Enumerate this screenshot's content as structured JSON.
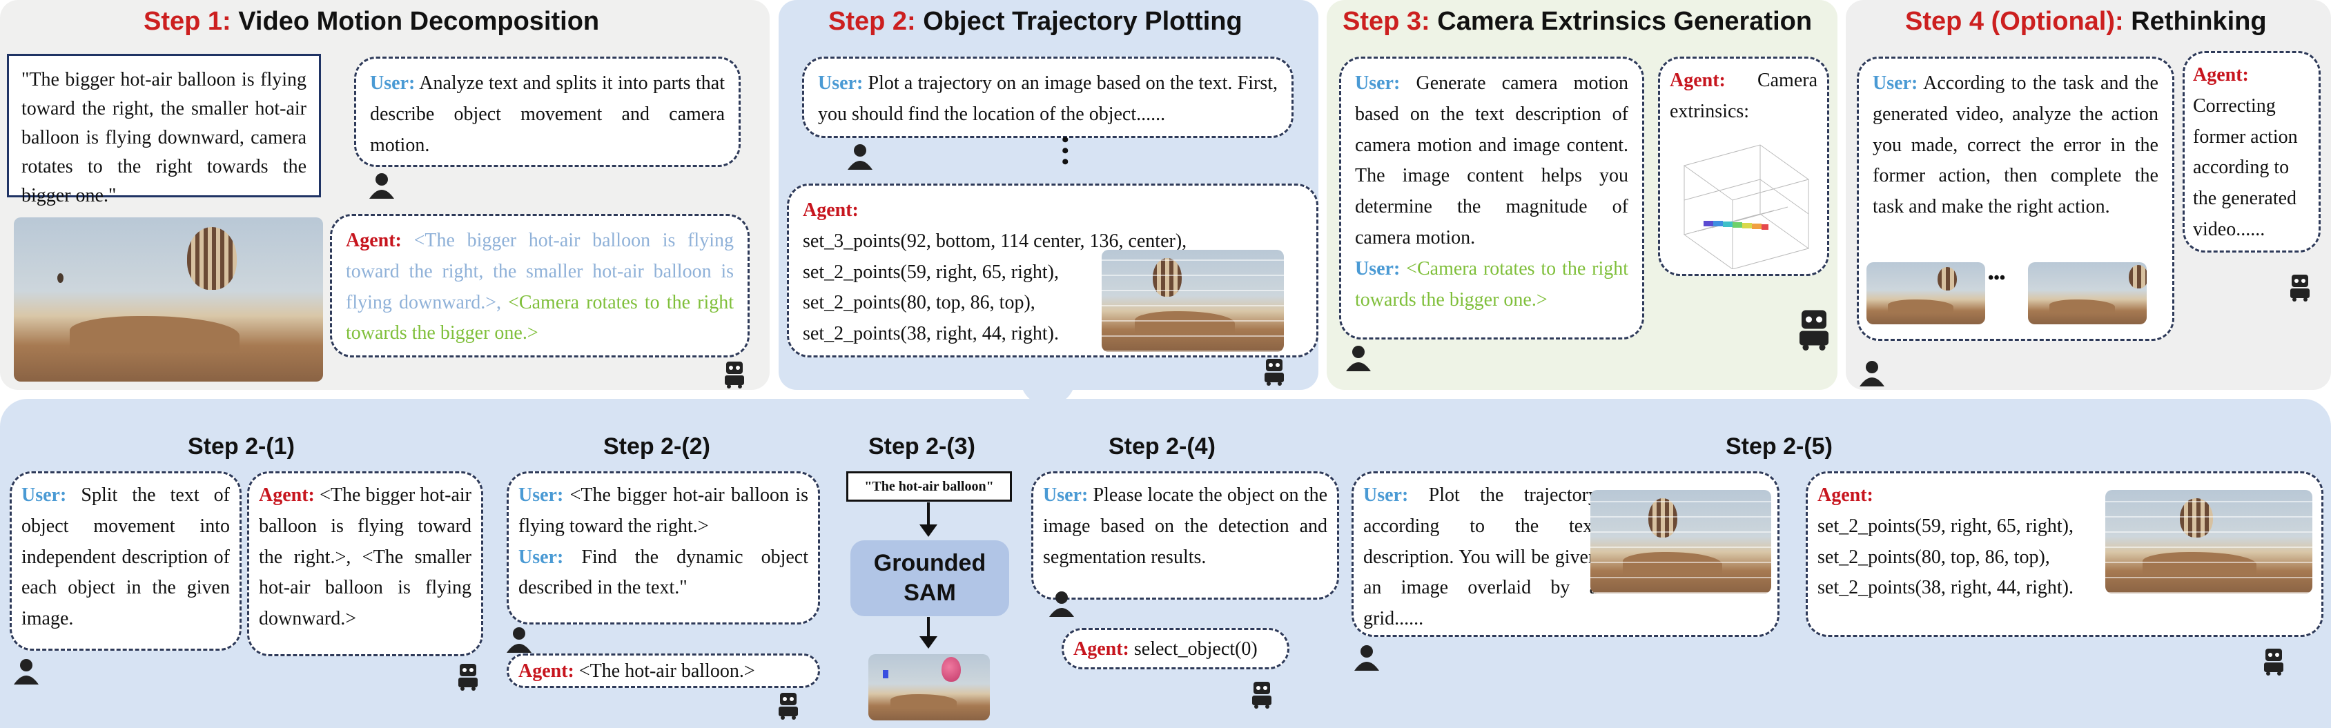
{
  "colors": {
    "step_num": "#cc1f1f",
    "user": "#4a9ad4",
    "agent": "#c7151e",
    "green_text": "#7fbf3a",
    "faded_text": "#8fb1d8"
  },
  "step1": {
    "num": "Step 1:",
    "name": "Video Motion Decomposition",
    "quote": "\"The bigger hot-air balloon is flying toward the right, the smaller hot-air balloon is flying downward, camera rotates to the right towards the bigger one.\"",
    "user_label": "User:",
    "user_text": "Analyze text and splits it into parts that describe object movement and camera motion.",
    "agent_label": "Agent:",
    "agent_faded": "<The bigger hot-air balloon is flying toward the right, the smaller hot-air balloon is flying downward.>,",
    "agent_green": "<Camera rotates to the right towards the bigger one.>"
  },
  "step2": {
    "num": "Step 2:",
    "name": "Object Trajectory Plotting",
    "user_label": "User:",
    "user_text": "Plot a trajectory on an image based on the text. First, you should find the location of the object......",
    "agent_label": "Agent:",
    "agent_lines": [
      "set_3_points(92, bottom, 114 center, 136, center),",
      "set_2_points(59, right, 65, right),",
      "set_2_points(80, top, 86, top),",
      "set_2_points(38, right, 44, right)."
    ]
  },
  "step3": {
    "num": "Step 3:",
    "name": "Camera Extrinsics Generation",
    "user_label": "User:",
    "user_text": "Generate camera motion based on the text description of camera motion and image content. The image content helps you determine the magnitude of camera motion.",
    "user2_label": "User:",
    "user2_text": "<Camera rotates to the right towards the bigger one.>",
    "agent_label": "Agent:",
    "agent_text": "Camera extrinsics:"
  },
  "step4": {
    "num": "Step 4 (Optional):",
    "name": "Rethinking",
    "user_label": "User:",
    "user_text": "According to the task and the generated video, analyze the action you made, correct the error in the former action, then complete the task and make the right action.",
    "agent_label": "Agent:",
    "agent_text": "Correcting former action according to the generated video......"
  },
  "sub": {
    "s1": {
      "title": "Step 2-(1)",
      "user_label": "User:",
      "user_text": "Split the text of object movement into independent description of each object in the given image.",
      "agent_label": "Agent:",
      "agent_text": "<The bigger hot-air balloon is flying toward the right.>, <The smaller hot-air balloon is flying downward.>"
    },
    "s2": {
      "title": "Step 2-(2)",
      "user_label": "User:",
      "user_text": "<The bigger hot-air balloon is flying toward the right.>",
      "user2_label": "User:",
      "user2_text": "Find the dynamic object described in the text.\"",
      "agent_label": "Agent:",
      "agent_text": "<The hot-air balloon.>"
    },
    "s3": {
      "title": "Step 2-(3)",
      "prompt": "\"The hot-air balloon\"",
      "sam": "Grounded SAM"
    },
    "s4": {
      "title": "Step 2-(4)",
      "user_label": "User:",
      "user_text": "Please locate the object on the image based on the detection and segmentation results.",
      "agent_label": "Agent:",
      "agent_text": "select_object(0)"
    },
    "s5": {
      "title": "Step 2-(5)",
      "user_label": "User:",
      "user_text": "Plot the trajectory according to the text description. You will be given an image overlaid by a grid......",
      "agent_label": "Agent:",
      "agent_lines": [
        "set_2_points(59, right, 65, right),",
        "set_2_points(80, top, 86, top),",
        "set_2_points(38, right, 44, right)."
      ]
    }
  },
  "ellipsis": "•••"
}
